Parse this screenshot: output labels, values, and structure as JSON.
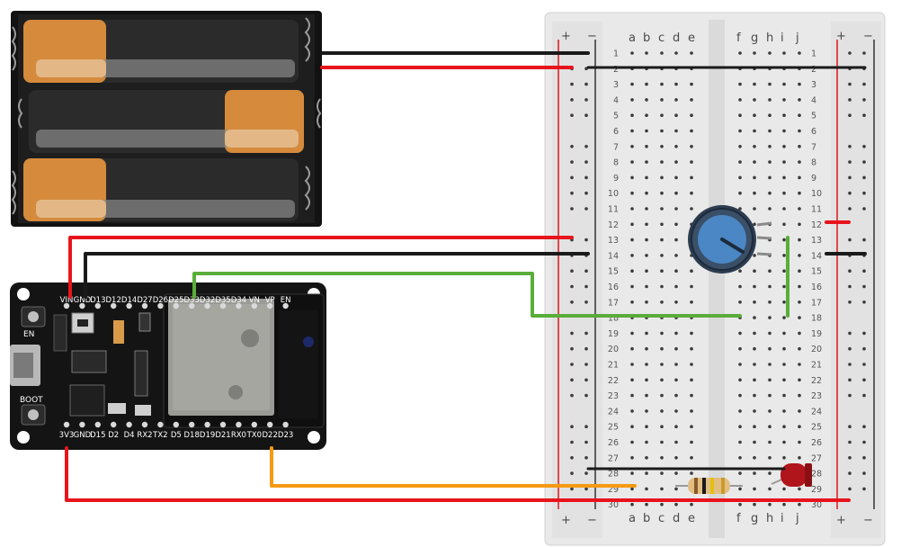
{
  "breadboard": {
    "rail_plus": "+",
    "rail_minus": "−",
    "columns_left": [
      "a",
      "b",
      "c",
      "d",
      "e"
    ],
    "columns_right": [
      "f",
      "g",
      "h",
      "i",
      "j"
    ],
    "rows": [
      "1",
      "2",
      "3",
      "4",
      "5",
      "6",
      "7",
      "8",
      "9",
      "10",
      "11",
      "12",
      "13",
      "14",
      "15",
      "16",
      "17",
      "18",
      "19",
      "20",
      "21",
      "22",
      "23",
      "24",
      "25",
      "26",
      "27",
      "28",
      "29",
      "30"
    ]
  },
  "esp32": {
    "top_pins": [
      "VIN",
      "GND",
      "D13",
      "D12",
      "D14",
      "D27",
      "D26",
      "D25",
      "D33",
      "D32",
      "D35",
      "D34",
      "VN",
      "VP",
      "EN"
    ],
    "bottom_pins": [
      "3V3",
      "GND",
      "D15",
      "D2",
      "D4",
      "RX2",
      "TX2",
      "D5",
      "D18",
      "D19",
      "D21",
      "RX0",
      "TX0",
      "D22",
      "D23"
    ],
    "button_en": "EN",
    "button_boot": "BOOT"
  },
  "colors": {
    "wire_red": "#e8141b",
    "wire_black": "#1a1a1a",
    "wire_green": "#5aad3a",
    "wire_orange": "#f59a12",
    "board_black": "#141414",
    "breadboard_bg": "#ececec",
    "battery_orange": "#d58a3c",
    "pot_blue": "#4b87c4",
    "led_red": "#b0151b"
  }
}
